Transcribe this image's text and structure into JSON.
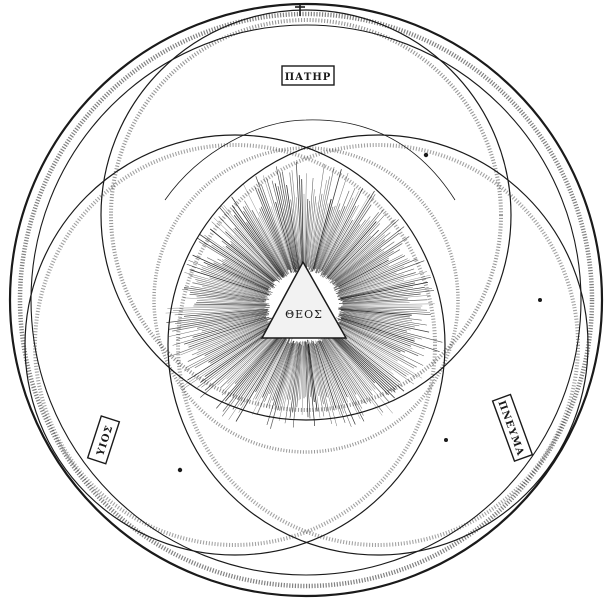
{
  "center": {
    "label": "ΘΕΟΣ"
  },
  "persons": {
    "father": "ΠΑΤΗΡ",
    "son": "ΥΙΟΣ",
    "spirit": "ΠΝΕΥΜΑ"
  },
  "colors": {
    "ink": "#1a1a1a",
    "paper": "#ffffff",
    "triangle": "#f2f2f2"
  }
}
